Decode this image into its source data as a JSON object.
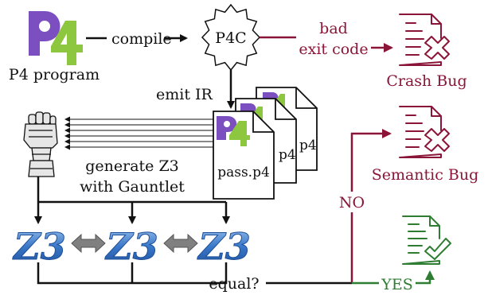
{
  "nodes": {
    "p4_program": {
      "logo_text": "P4",
      "label": "P4 program"
    },
    "p4c": {
      "label": "P4C"
    },
    "crash_bug": {
      "label": "Crash Bug"
    },
    "semantic_bug": {
      "label": "Semantic Bug"
    },
    "pass_files": {
      "front_label": "pass.p4",
      "back_label_1": "p4",
      "back_label_2": "p4",
      "logo_text": "P4"
    },
    "gauntlet": {
      "label_line1": "generate Z3",
      "label_line2": "with Gauntlet"
    },
    "z3_solvers": [
      "Z3",
      "Z3",
      "Z3"
    ],
    "check": {
      "label": "equal?"
    }
  },
  "edges": {
    "compile": "compile",
    "bad_exit_line1": "bad",
    "bad_exit_line2": "exit code",
    "emit_ir": "emit IR",
    "no": "NO",
    "yes": "YES"
  },
  "colors": {
    "bug_red": "#8b1538",
    "ok_green": "#2e7d32",
    "p4_purple": "#7b4fbf",
    "p4_green": "#8dc63f",
    "z3_blue": "#2d6cc0",
    "line_dark": "#111111",
    "bidir_gray": "#808080"
  },
  "icons": {
    "bug_report": "document-with-x-icon",
    "ok_report": "document-with-check-icon",
    "gauntlet": "armored-gauntlet-icon"
  }
}
